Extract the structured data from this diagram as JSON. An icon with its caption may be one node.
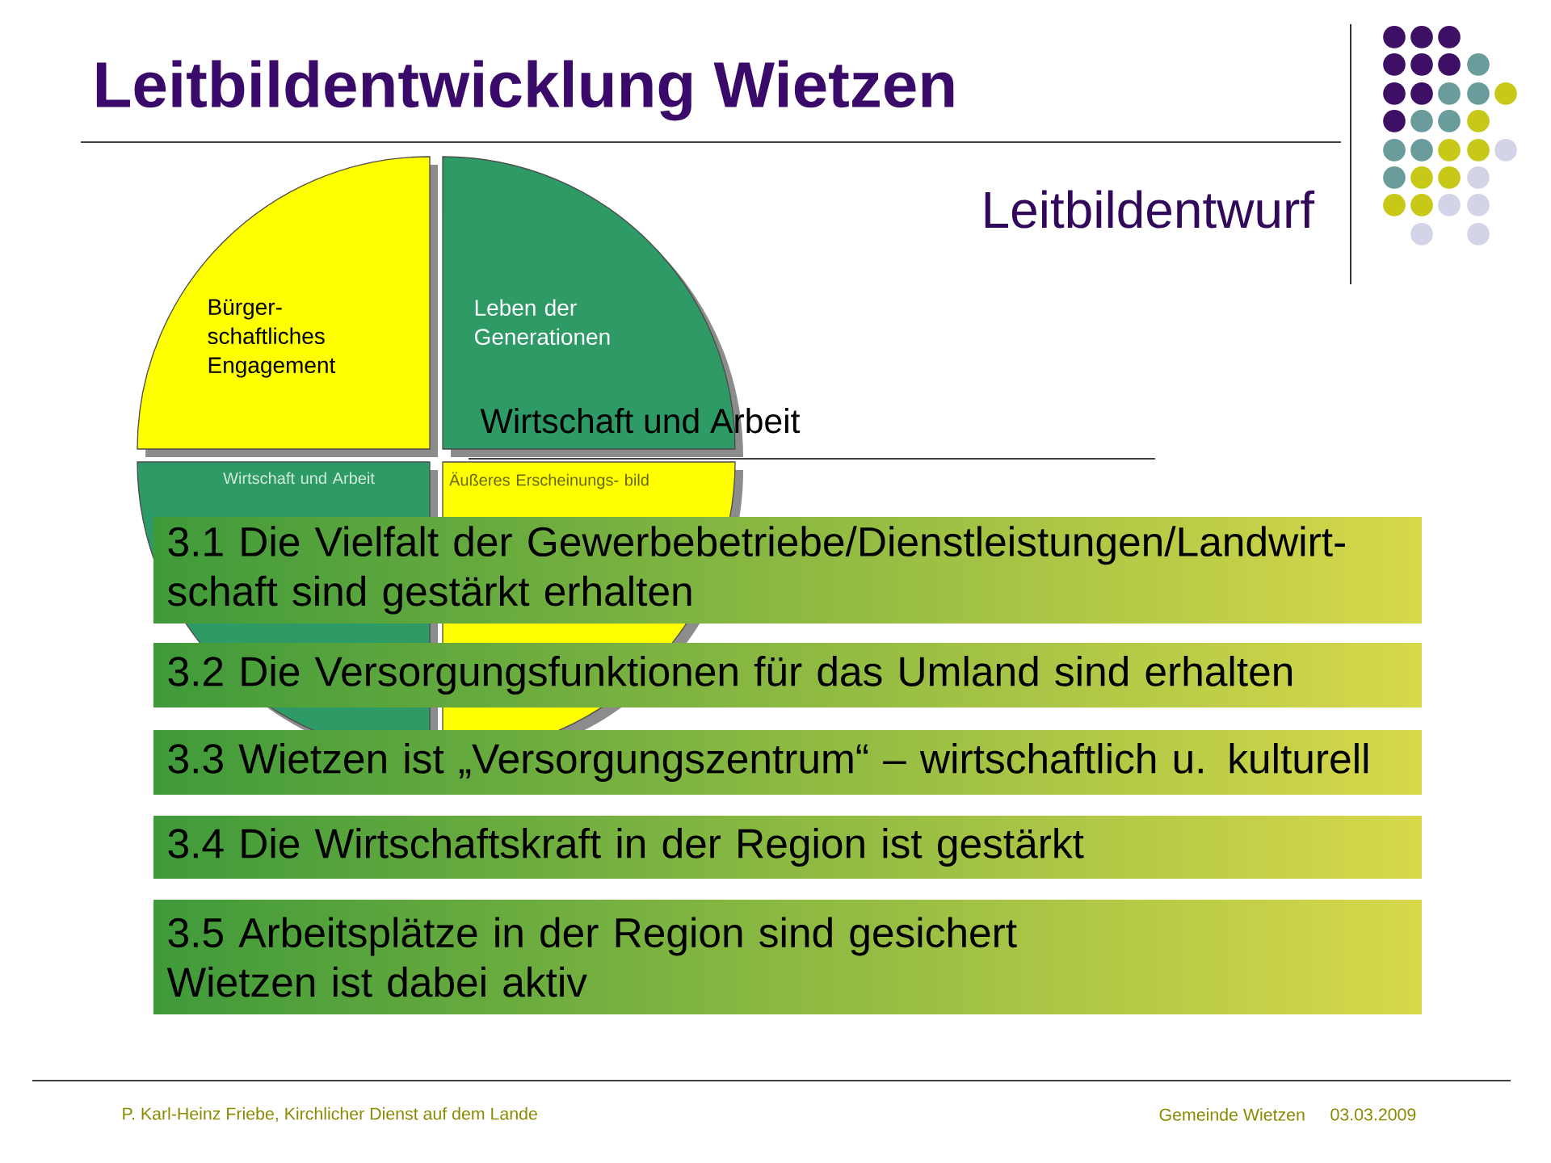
{
  "diagram": {
    "title": "Leitbildentwicklung Wietzen",
    "nodes": [
      {
        "text": [
          "Bürger- schaftliches Engagement"
        ]
      },
      {
        "text": [
          "Leben der Generationen"
        ]
      },
      {
        "text": [
          "Wirtschaft und Arbeit"
        ]
      },
      {
        "text": [
          "Äußeres Erscheinungs- bild"
        ]
      },
      {
        "text": [
          "3.1 Die Vielfalt der Gewerbebetriebe/Dienstleistungen/Landwirt- schaft sind gestärkt erhalten"
        ]
      },
      {
        "text": [
          "3.2 Die Versorgungsfunktionen für das Umland sind erhalten"
        ]
      },
      {
        "text": [
          "3.3 Wietzen ist „Versorgungszentrum“ – wirtschaftlich u. kulturell"
        ]
      },
      {
        "text": [
          "3.4 Die Wirtschaftskraft in der Region ist gestärkt"
        ]
      },
      {
        "text": [
          "3.5 Arbeitsplätze in der Region sind gesichert Wietzen ist dabei aktiv"
        ]
      }
    ],
    "edges": [],
    "labels": [
      "Leitbildentwurf",
      "Wirtschaft und Arbeit",
      "P. Karl-Heinz Friebe, Kirchlicher Dienst auf dem Lande",
      "Gemeinde Wietzen",
      "03.03.2009"
    ]
  }
}
